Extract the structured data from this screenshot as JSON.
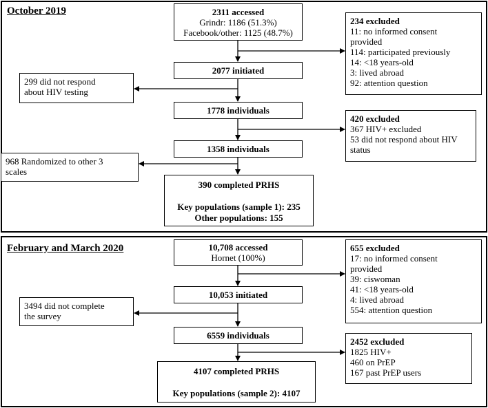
{
  "panel1": {
    "title": "October 2019",
    "accessed": {
      "title": "2311 accessed",
      "line1": "Grindr: 1186 (51.3%)",
      "line2": "Facebook/other: 1125 (48.7%)"
    },
    "excluded1": {
      "title": "234 excluded",
      "lines": [
        "11: no informed consent",
        "provided",
        "114: participated previously",
        "14: <18 years-old",
        "3: lived abroad",
        "92: attention question"
      ]
    },
    "initiated": "2077 initiated",
    "no_hiv_testing": {
      "line1": "299 did not respond",
      "line2": "about HIV testing"
    },
    "individuals1": "1778 individuals",
    "excluded2": {
      "title": "420 excluded",
      "lines": [
        "367 HIV+ excluded",
        "53 did not respond about HIV",
        "status"
      ]
    },
    "individuals2": "1358 individuals",
    "randomized": {
      "line1": "968 Randomized to other 3",
      "line2": "scales"
    },
    "completed": {
      "title": "390 completed PRHS",
      "line1": "Key populations (sample 1): 235",
      "line2": "Other populations: 155"
    }
  },
  "panel2": {
    "title": "February and March 2020",
    "accessed": {
      "title": "10,708 accessed",
      "line1": "Hornet (100%)"
    },
    "excluded1": {
      "title": "655 excluded",
      "lines": [
        "17: no informed consent",
        "provided",
        "39: ciswoman",
        "41: <18 years-old",
        "4: lived abroad",
        "554: attention question"
      ]
    },
    "initiated": "10,053 initiated",
    "not_complete": {
      "line1": "3494 did not complete",
      "line2": "the survey"
    },
    "individuals": "6559 individuals",
    "excluded2": {
      "title": "2452 excluded",
      "lines": [
        "1825 HIV+",
        "460 on PrEP",
        "167 past PrEP users"
      ]
    },
    "completed": {
      "title": "4107 completed PRHS",
      "line1": "Key populations (sample 2): 4107"
    }
  }
}
